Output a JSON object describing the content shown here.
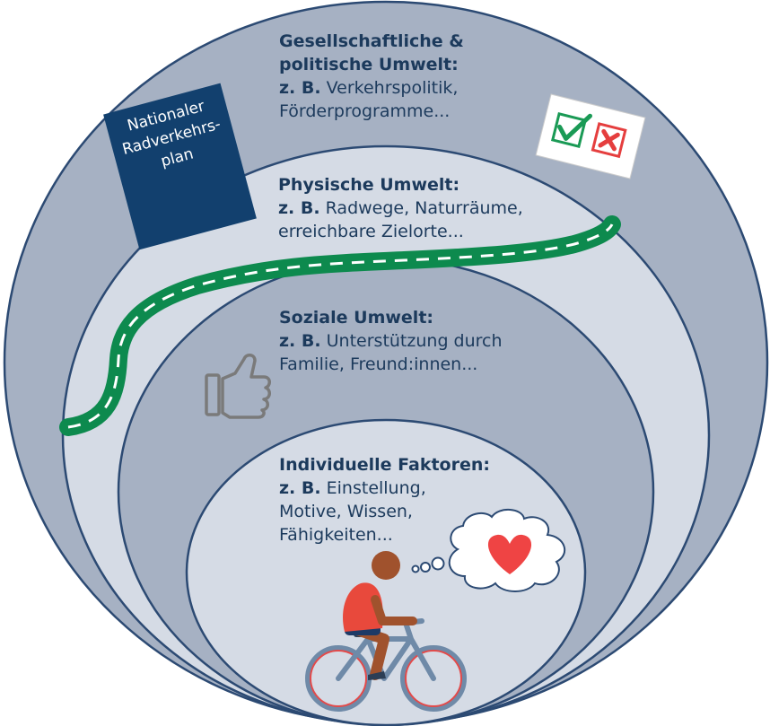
{
  "layers": [
    {
      "title": "Gesellschaftliche &",
      "title2": "politische Umwelt:",
      "example_prefix": "z. B.",
      "line1": "Verkehrspolitik,",
      "line2": "Förderprogramme..."
    },
    {
      "title": "Physische Umwelt:",
      "example_prefix": "z. B.",
      "line1": "Radwege, Naturräume,",
      "line2": "erreichbare Zielorte..."
    },
    {
      "title": "Soziale Umwelt:",
      "example_prefix": "z. B.",
      "line1": "Unterstützung durch",
      "line2": "Familie, Freund:innen..."
    },
    {
      "title": "Individuelle Faktoren:",
      "example_prefix": "z. B.",
      "line1": "Einstellung,",
      "line2": "Motive, Wissen,",
      "line3": "Fähigkeiten..."
    }
  ],
  "plan_sign": {
    "line1": "Nationaler",
    "line2": "Radverkehrs-",
    "line3": "plan"
  },
  "icons": [
    "checkbox-tick-icon",
    "checkbox-cross-icon",
    "thumbs-up-icon",
    "heart-thought-bubble-icon",
    "cyclist-icon",
    "cycle-path-road"
  ],
  "colors": {
    "outer_layer": "#a6b1c3",
    "second_layer": "#d5dbe5",
    "third_layer": "#a6b1c3",
    "inner_layer": "#d5dbe5",
    "outline": "#2c4a73",
    "text": "#1c3a5c",
    "plan_sign": "#12406e",
    "road": "#0d8a4e",
    "heart": "#ef4444",
    "check": "#1a9a55",
    "cross": "#e53e3e"
  }
}
